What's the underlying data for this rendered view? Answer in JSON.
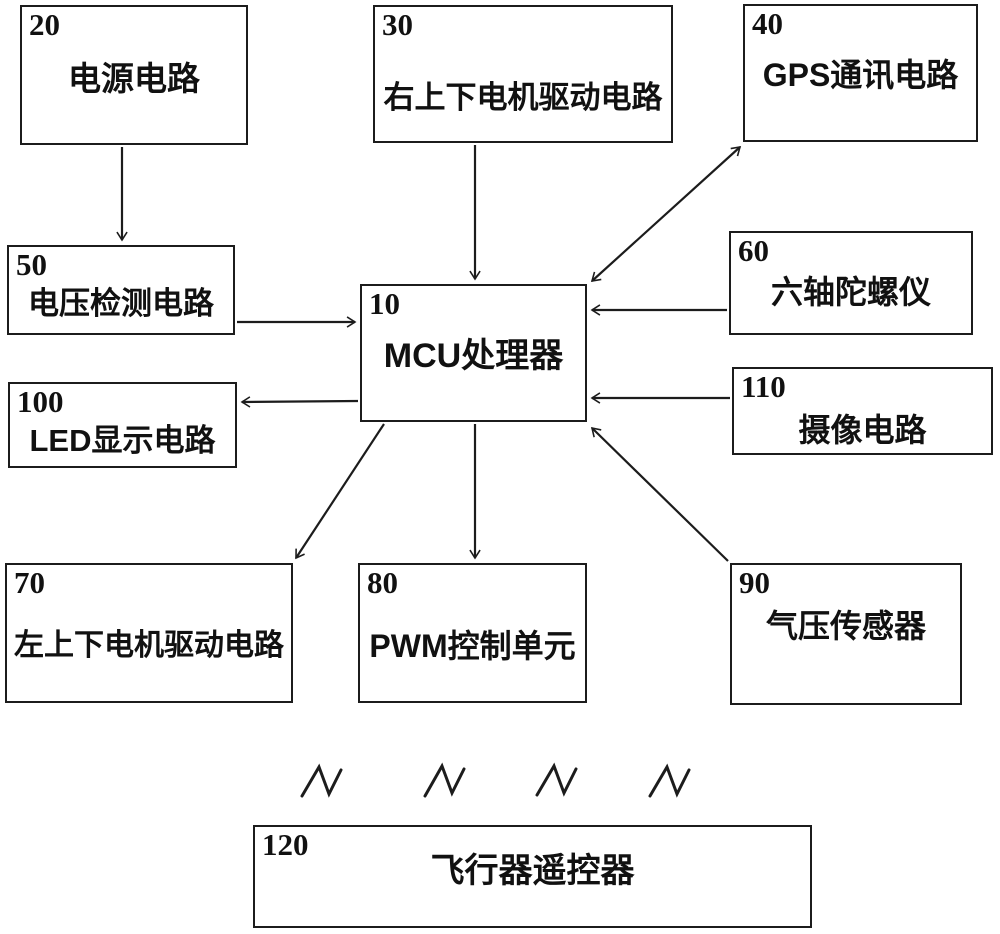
{
  "figure": {
    "type": "block-diagram",
    "line_color": "#1c1c1c",
    "background_color": "#ffffff",
    "text_color": "#111111"
  },
  "blocks": {
    "b20": {
      "num": "20",
      "label": "电源电路"
    },
    "b30": {
      "num": "30",
      "label": "右上下电机驱动电路"
    },
    "b40": {
      "num": "40",
      "label": "GPS通讯电路"
    },
    "b50": {
      "num": "50",
      "label": "电压检测电路"
    },
    "b10": {
      "num": "10",
      "label": "MCU处理器"
    },
    "b60": {
      "num": "60",
      "label": "六轴陀螺仪"
    },
    "b100": {
      "num": "100",
      "label": "LED显示电路"
    },
    "b110": {
      "num": "110",
      "label": "摄像电路"
    },
    "b70": {
      "num": "70",
      "label": "左上下电机驱动电路"
    },
    "b80": {
      "num": "80",
      "label": "PWM控制单元"
    },
    "b90": {
      "num": "90",
      "label": "气压传感器"
    },
    "b120": {
      "num": "120",
      "label": "飞行器遥控器"
    }
  },
  "connections": [
    {
      "from": "20",
      "to": "50",
      "style": "arrow"
    },
    {
      "from": "30",
      "to": "10",
      "style": "arrow"
    },
    {
      "from": "10",
      "to": "40",
      "style": "double-arrow"
    },
    {
      "from": "50",
      "to": "10",
      "style": "arrow"
    },
    {
      "from": "60",
      "to": "10",
      "style": "arrow"
    },
    {
      "from": "110",
      "to": "10",
      "style": "arrow"
    },
    {
      "from": "10",
      "to": "100",
      "style": "arrow"
    },
    {
      "from": "10",
      "to": "70",
      "style": "arrow"
    },
    {
      "from": "10",
      "to": "80",
      "style": "arrow"
    },
    {
      "from": "90",
      "to": "10",
      "style": "arrow"
    }
  ],
  "wireless_zigzag_symbol_count": 4
}
